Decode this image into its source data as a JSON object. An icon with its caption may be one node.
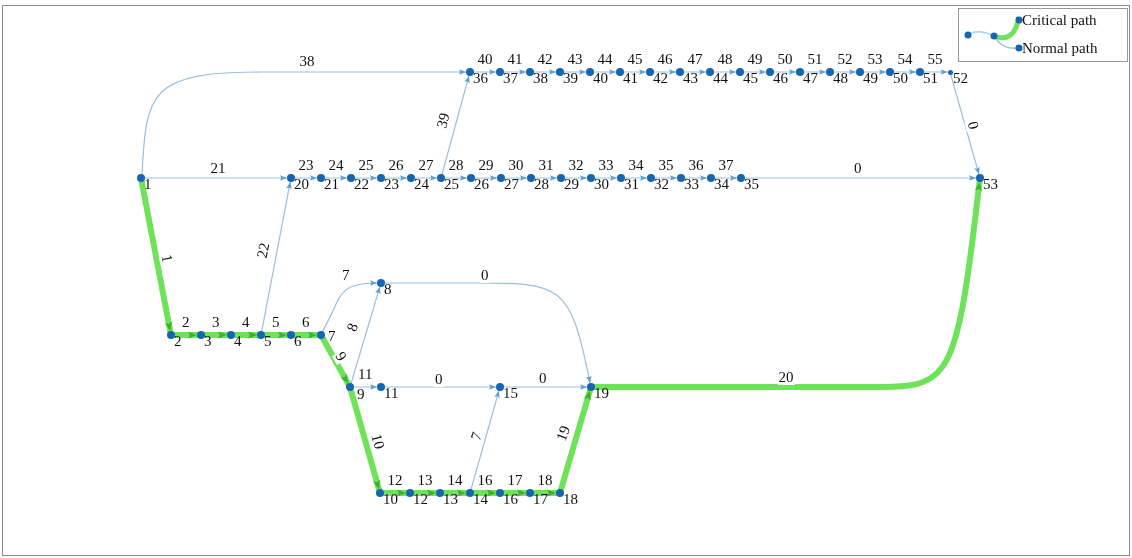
{
  "diagram": {
    "nodes": [
      {
        "text": [],
        "shape": "circle",
        "beside": [
          "1"
        ]
      },
      {
        "text": [],
        "shape": "circle",
        "beside": [
          "2"
        ]
      },
      {
        "text": [],
        "shape": "circle",
        "beside": [
          "3"
        ]
      },
      {
        "text": [],
        "shape": "circle",
        "beside": [
          "4"
        ]
      },
      {
        "text": [],
        "shape": "circle",
        "beside": [
          "5"
        ]
      },
      {
        "text": [],
        "shape": "circle",
        "beside": [
          "6"
        ]
      },
      {
        "text": [],
        "shape": "circle",
        "beside": [
          "7"
        ]
      },
      {
        "text": [],
        "shape": "circle",
        "beside": [
          "8"
        ]
      },
      {
        "text": [],
        "shape": "circle",
        "beside": [
          "9"
        ]
      },
      {
        "text": [],
        "shape": "circle",
        "beside": [
          "10"
        ]
      },
      {
        "text": [],
        "shape": "circle",
        "beside": [
          "11"
        ]
      },
      {
        "text": [],
        "shape": "circle",
        "beside": [
          "12"
        ]
      },
      {
        "text": [],
        "shape": "circle",
        "beside": [
          "13"
        ]
      },
      {
        "text": [],
        "shape": "circle",
        "beside": [
          "14"
        ]
      },
      {
        "text": [],
        "shape": "circle",
        "beside": [
          "15"
        ]
      },
      {
        "text": [],
        "shape": "circle",
        "beside": [
          "16"
        ]
      },
      {
        "text": [],
        "shape": "circle",
        "beside": [
          "17"
        ]
      },
      {
        "text": [],
        "shape": "circle",
        "beside": [
          "18"
        ]
      },
      {
        "text": [],
        "shape": "circle",
        "beside": [
          "19"
        ]
      },
      {
        "text": [],
        "shape": "circle",
        "beside": [
          "20"
        ]
      },
      {
        "text": [],
        "shape": "circle",
        "beside": [
          "21"
        ]
      },
      {
        "text": [],
        "shape": "circle",
        "beside": [
          "22"
        ]
      },
      {
        "text": [],
        "shape": "circle",
        "beside": [
          "23"
        ]
      },
      {
        "text": [],
        "shape": "circle",
        "beside": [
          "24"
        ]
      },
      {
        "text": [],
        "shape": "circle",
        "beside": [
          "25"
        ]
      },
      {
        "text": [],
        "shape": "circle",
        "beside": [
          "26"
        ]
      },
      {
        "text": [],
        "shape": "circle",
        "beside": [
          "27"
        ]
      },
      {
        "text": [],
        "shape": "circle",
        "beside": [
          "28"
        ]
      },
      {
        "text": [],
        "shape": "circle",
        "beside": [
          "29"
        ]
      },
      {
        "text": [],
        "shape": "circle",
        "beside": [
          "30"
        ]
      },
      {
        "text": [],
        "shape": "circle",
        "beside": [
          "31"
        ]
      },
      {
        "text": [],
        "shape": "circle",
        "beside": [
          "32"
        ]
      },
      {
        "text": [],
        "shape": "circle",
        "beside": [
          "33"
        ]
      },
      {
        "text": [],
        "shape": "circle",
        "beside": [
          "34"
        ]
      },
      {
        "text": [],
        "shape": "circle",
        "beside": [
          "35"
        ]
      },
      {
        "text": [],
        "shape": "circle",
        "beside": [
          "36"
        ]
      },
      {
        "text": [],
        "shape": "circle",
        "beside": [
          "37"
        ]
      },
      {
        "text": [],
        "shape": "circle",
        "beside": [
          "38"
        ]
      },
      {
        "text": [],
        "shape": "circle",
        "beside": [
          "39"
        ]
      },
      {
        "text": [],
        "shape": "circle",
        "beside": [
          "40"
        ]
      },
      {
        "text": [],
        "shape": "circle",
        "beside": [
          "41"
        ]
      },
      {
        "text": [],
        "shape": "circle",
        "beside": [
          "42"
        ]
      },
      {
        "text": [],
        "shape": "circle",
        "beside": [
          "43"
        ]
      },
      {
        "text": [],
        "shape": "circle",
        "beside": [
          "44"
        ]
      },
      {
        "text": [],
        "shape": "circle",
        "beside": [
          "45"
        ]
      },
      {
        "text": [],
        "shape": "circle",
        "beside": [
          "46"
        ]
      },
      {
        "text": [],
        "shape": "circle",
        "beside": [
          "47"
        ]
      },
      {
        "text": [],
        "shape": "circle",
        "beside": [
          "48"
        ]
      },
      {
        "text": [],
        "shape": "circle",
        "beside": [
          "49"
        ]
      },
      {
        "text": [],
        "shape": "circle",
        "beside": [
          "50"
        ]
      },
      {
        "text": [],
        "shape": "circle",
        "beside": [
          "51"
        ]
      },
      {
        "text": [],
        "shape": "circle",
        "beside": [
          "52"
        ]
      },
      {
        "text": [],
        "shape": "circle",
        "beside": [
          "53"
        ]
      }
    ],
    "edges": [
      {
        "from": 0,
        "to": 1,
        "arrow": "to",
        "label": "1",
        "style": "thick",
        "color": "#6ee35a"
      },
      {
        "from": 0,
        "to": 19,
        "arrow": "to",
        "label": "21"
      },
      {
        "from": 0,
        "to": 35,
        "arrow": "to",
        "label": "38"
      },
      {
        "from": 1,
        "to": 2,
        "arrow": "to",
        "label": "2",
        "style": "thick",
        "color": "#6ee35a"
      },
      {
        "from": 2,
        "to": 3,
        "arrow": "to",
        "label": "3",
        "style": "thick",
        "color": "#6ee35a"
      },
      {
        "from": 3,
        "to": 4,
        "arrow": "to",
        "label": "4",
        "style": "thick",
        "color": "#6ee35a"
      },
      {
        "from": 4,
        "to": 5,
        "arrow": "to",
        "label": "5",
        "style": "thick",
        "color": "#6ee35a"
      },
      {
        "from": 5,
        "to": 6,
        "arrow": "to",
        "label": "6",
        "style": "thick",
        "color": "#6ee35a"
      },
      {
        "from": 4,
        "to": 19,
        "arrow": "to",
        "label": "22"
      },
      {
        "from": 6,
        "to": 7,
        "arrow": "to",
        "label": "7"
      },
      {
        "from": 6,
        "to": 8,
        "arrow": "to",
        "label": "9",
        "style": "thick",
        "color": "#6ee35a"
      },
      {
        "from": 8,
        "to": 7,
        "arrow": "to",
        "label": "8"
      },
      {
        "from": 7,
        "to": 18,
        "arrow": "to",
        "label": "0"
      },
      {
        "from": 8,
        "to": 10,
        "arrow": "to",
        "label": "11"
      },
      {
        "from": 10,
        "to": 14,
        "arrow": "to",
        "label": "0"
      },
      {
        "from": 14,
        "to": 18,
        "arrow": "to",
        "label": "0"
      },
      {
        "from": 8,
        "to": 9,
        "arrow": "to",
        "label": "10",
        "style": "thick",
        "color": "#6ee35a"
      },
      {
        "from": 9,
        "to": 11,
        "arrow": "to",
        "label": "12",
        "style": "thick",
        "color": "#6ee35a"
      },
      {
        "from": 11,
        "to": 12,
        "arrow": "to",
        "label": "13",
        "style": "thick",
        "color": "#6ee35a"
      },
      {
        "from": 12,
        "to": 13,
        "arrow": "to",
        "label": "14",
        "style": "thick",
        "color": "#6ee35a"
      },
      {
        "from": 13,
        "to": 15,
        "arrow": "to",
        "label": "16",
        "style": "thick",
        "color": "#6ee35a"
      },
      {
        "from": 15,
        "to": 16,
        "arrow": "to",
        "label": "17",
        "style": "thick",
        "color": "#6ee35a"
      },
      {
        "from": 16,
        "to": 17,
        "arrow": "to",
        "label": "18",
        "style": "thick",
        "color": "#6ee35a"
      },
      {
        "from": 13,
        "to": 14,
        "arrow": "to",
        "label": "7"
      },
      {
        "from": 17,
        "to": 18,
        "arrow": "to",
        "label": "19",
        "style": "thick",
        "color": "#6ee35a"
      },
      {
        "from": 18,
        "to": 52,
        "arrow": "to",
        "label": "20",
        "style": "thick",
        "color": "#6ee35a"
      },
      {
        "from": 19,
        "to": 20,
        "arrow": "to",
        "label": "23"
      },
      {
        "from": 20,
        "to": 21,
        "arrow": "to",
        "label": "24"
      },
      {
        "from": 21,
        "to": 22,
        "arrow": "to",
        "label": "25"
      },
      {
        "from": 22,
        "to": 23,
        "arrow": "to",
        "label": "26"
      },
      {
        "from": 23,
        "to": 24,
        "arrow": "to",
        "label": "27"
      },
      {
        "from": 24,
        "to": 25,
        "arrow": "to",
        "label": "28"
      },
      {
        "from": 25,
        "to": 26,
        "arrow": "to",
        "label": "29"
      },
      {
        "from": 26,
        "to": 27,
        "arrow": "to",
        "label": "30"
      },
      {
        "from": 27,
        "to": 28,
        "arrow": "to",
        "label": "31"
      },
      {
        "from": 28,
        "to": 29,
        "arrow": "to",
        "label": "32"
      },
      {
        "from": 29,
        "to": 30,
        "arrow": "to",
        "label": "33"
      },
      {
        "from": 30,
        "to": 31,
        "arrow": "to",
        "label": "34"
      },
      {
        "from": 31,
        "to": 32,
        "arrow": "to",
        "label": "35"
      },
      {
        "from": 32,
        "to": 33,
        "arrow": "to",
        "label": "36"
      },
      {
        "from": 33,
        "to": 34,
        "arrow": "to",
        "label": "37"
      },
      {
        "from": 24,
        "to": 35,
        "arrow": "to",
        "label": "39"
      },
      {
        "from": 35,
        "to": 36,
        "arrow": "to",
        "label": "40"
      },
      {
        "from": 36,
        "to": 37,
        "arrow": "to",
        "label": "41"
      },
      {
        "from": 37,
        "to": 38,
        "arrow": "to",
        "label": "42"
      },
      {
        "from": 38,
        "to": 39,
        "arrow": "to",
        "label": "43"
      },
      {
        "from": 39,
        "to": 40,
        "arrow": "to",
        "label": "44"
      },
      {
        "from": 40,
        "to": 41,
        "arrow": "to",
        "label": "45"
      },
      {
        "from": 41,
        "to": 42,
        "arrow": "to",
        "label": "46"
      },
      {
        "from": 42,
        "to": 43,
        "arrow": "to",
        "label": "47"
      },
      {
        "from": 43,
        "to": 44,
        "arrow": "to",
        "label": "48"
      },
      {
        "from": 44,
        "to": 45,
        "arrow": "to",
        "label": "49"
      },
      {
        "from": 45,
        "to": 46,
        "arrow": "to",
        "label": "50"
      },
      {
        "from": 46,
        "to": 47,
        "arrow": "to",
        "label": "51"
      },
      {
        "from": 47,
        "to": 48,
        "arrow": "to",
        "label": "52"
      },
      {
        "from": 48,
        "to": 49,
        "arrow": "to",
        "label": "53"
      },
      {
        "from": 49,
        "to": 50,
        "arrow": "to",
        "label": "54"
      },
      {
        "from": 50,
        "to": 51,
        "arrow": "to",
        "label": "55"
      },
      {
        "from": 51,
        "to": 52,
        "arrow": "to",
        "label": "0"
      },
      {
        "from": 34,
        "to": 52,
        "arrow": "to",
        "label": "0"
      }
    ],
    "legend": [
      {
        "text": "Critical path"
      },
      {
        "text": "Normal path"
      }
    ]
  }
}
